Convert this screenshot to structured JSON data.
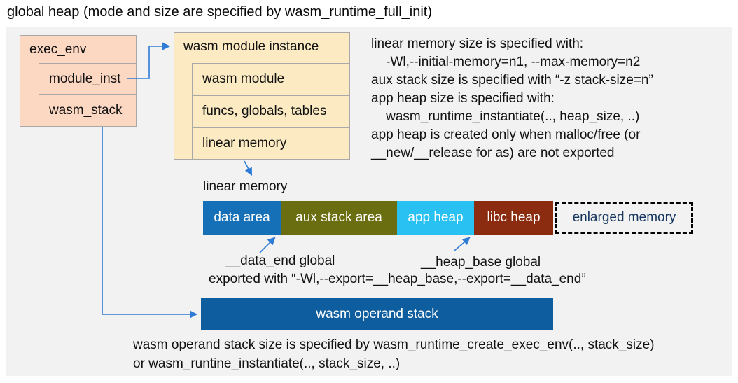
{
  "title": "global heap (mode and size are specified by wasm_runtime_full_init)",
  "exec_env": {
    "title": "exec_env",
    "rows": [
      {
        "label": "module_inst"
      },
      {
        "label": "wasm_stack"
      }
    ]
  },
  "module_instance": {
    "title": "wasm module instance",
    "rows": [
      {
        "label": "wasm module"
      },
      {
        "label": "funcs, globals, tables"
      },
      {
        "label": "linear memory"
      }
    ]
  },
  "notes_right": {
    "lines": [
      "linear memory size is specified with:",
      "    -Wl,--initial-memory=n1, --max-memory=n2",
      "aux stack size is specified with “-z stack-size=n”",
      "app heap size is specified with:",
      "    wasm_runtime_instantiate(.., heap_size, ..)",
      "app heap is created only when malloc/free (or",
      "__new/__release for as) are not exported"
    ]
  },
  "linear_memory": {
    "label": "linear memory",
    "segments": [
      {
        "label": "data area",
        "color": "#1670b8"
      },
      {
        "label": "aux stack area",
        "color": "#6b6e10"
      },
      {
        "label": "app heap",
        "color": "#29c1f2"
      },
      {
        "label": "libc heap",
        "color": "#8b2b0f"
      }
    ],
    "enlarged": {
      "label": "enlarged memory",
      "text_color": "#16365f"
    }
  },
  "globals": {
    "data_end": "__data_end global",
    "heap_base": "__heap_base global",
    "exported": "exported with “-Wl,--export=__heap_base,--export=__data_end”"
  },
  "operand_stack": {
    "label": "wasm operand stack",
    "color": "#0e5d9e"
  },
  "footer_note": {
    "line1": "wasm operand stack size is specified by wasm_runtime_create_exec_env(.., stack_size)",
    "line2": "or wasm_runtine_instantiate(.., stack_size, ..)"
  },
  "colors": {
    "arrow_blue": "#2e7cd6",
    "exec_env_fill": "#fcd8c3",
    "module_instance_fill": "#fbeac2",
    "panel_background": "#f2f2f2"
  }
}
